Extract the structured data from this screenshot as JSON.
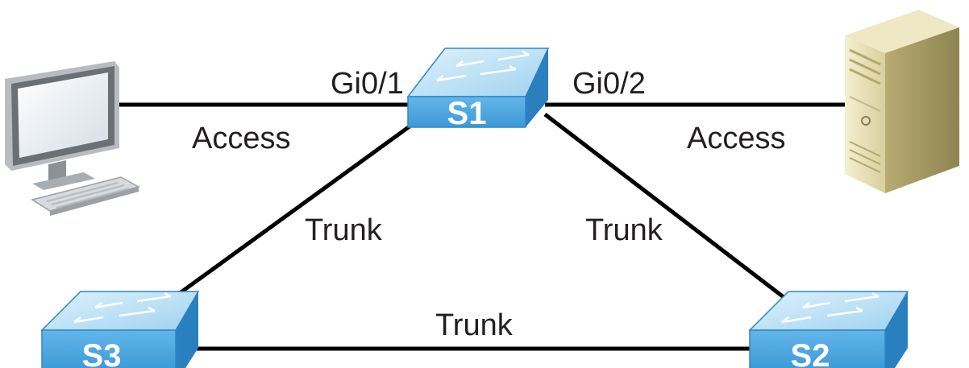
{
  "diagram": {
    "switches": {
      "s1": "S1",
      "s2": "S2",
      "s3": "S3"
    },
    "ports": {
      "s1_left": "Gi0/1",
      "s1_right": "Gi0/2"
    },
    "links": {
      "pc_to_s1": "Access",
      "s1_to_server": "Access",
      "s1_to_s3": "Trunk",
      "s1_to_s2": "Trunk",
      "s3_to_s2": "Trunk"
    },
    "devices": {
      "left_icon": "desktop-computer-icon",
      "right_icon": "tower-server-icon"
    },
    "colors": {
      "switch_face": "#4aa6e0",
      "switch_top": "#bfe3f7",
      "switch_edge": "#2f86c4",
      "line": "#000000"
    }
  }
}
